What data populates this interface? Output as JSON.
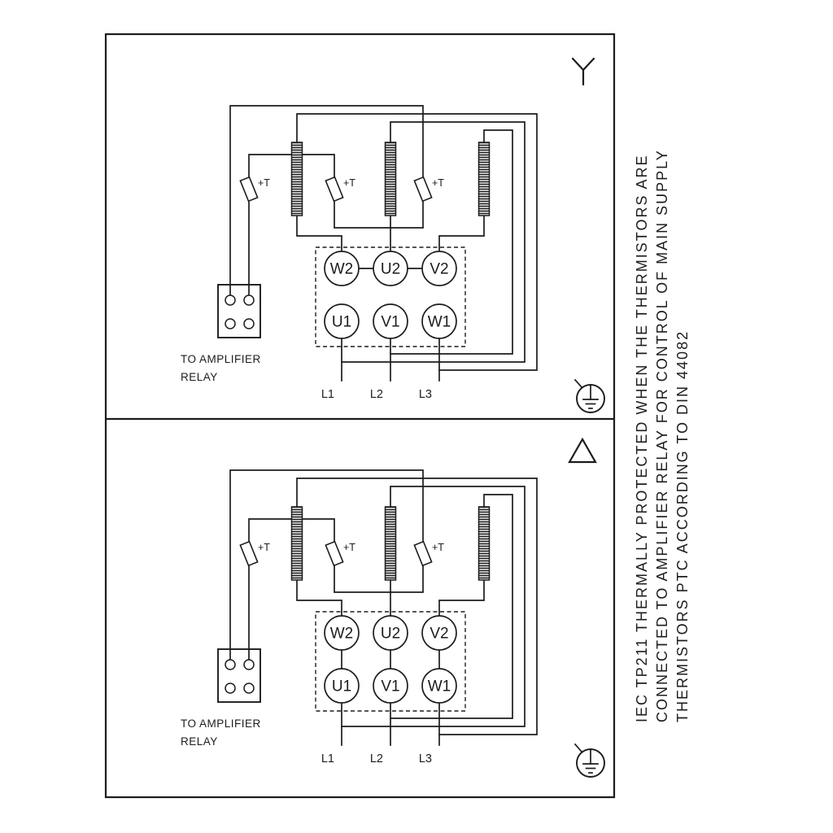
{
  "side_note": {
    "line1": "IEC TP211 THERMALLY PROTECTED WHEN THE THERMISTORS ARE",
    "line2": "CONNECTED TO AMPLIFIER RELAY FOR CONTROL OF MAIN SUPPLY",
    "line3": "THERMISTORS PTC ACCORDING TO DIN 44082"
  },
  "star_diagram": {
    "connection_type": "star",
    "thermistor_label": "+T",
    "terminals_top": [
      "W2",
      "U2",
      "V2"
    ],
    "terminals_bottom": [
      "U1",
      "V1",
      "W1"
    ],
    "supply_labels": [
      "L1",
      "L2",
      "L3"
    ],
    "relay_note_line1": "TO AMPLIFIER",
    "relay_note_line2": "RELAY"
  },
  "delta_diagram": {
    "connection_type": "delta",
    "thermistor_label": "+T",
    "terminals_top": [
      "W2",
      "U2",
      "V2"
    ],
    "terminals_bottom": [
      "U1",
      "V1",
      "W1"
    ],
    "supply_labels": [
      "L1",
      "L2",
      "L3"
    ],
    "relay_note_line1": "TO AMPLIFIER",
    "relay_note_line2": "RELAY"
  },
  "colors": {
    "line": "#1c1c1c",
    "background": "#ffffff"
  }
}
